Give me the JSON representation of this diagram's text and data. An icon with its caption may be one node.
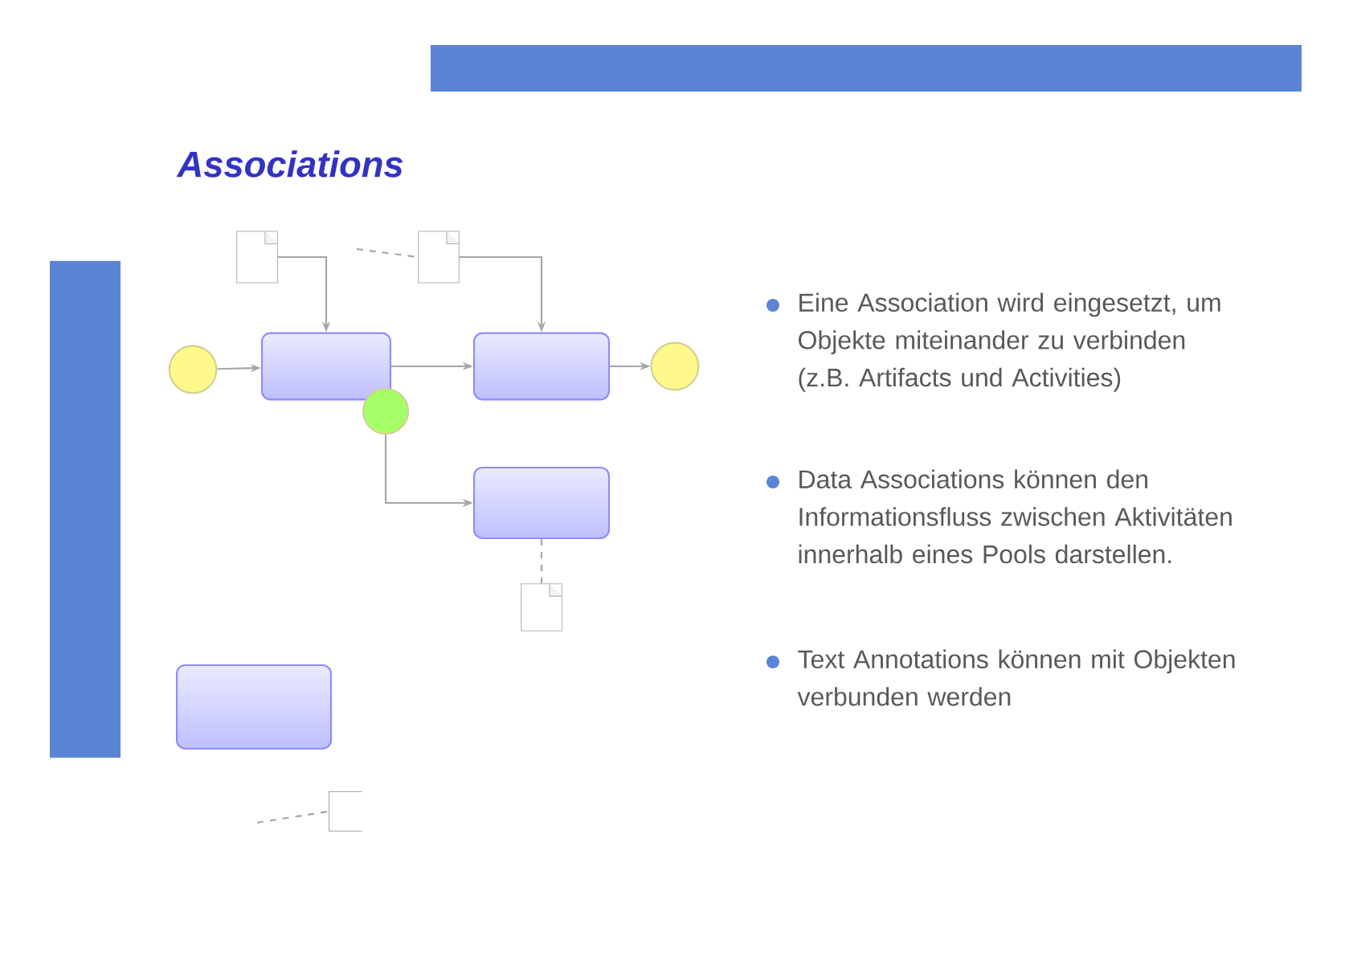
{
  "diagram": {
    "title": "Associations",
    "nodes": [
      {
        "text": [],
        "shape": "circle"
      },
      {
        "text": [],
        "shape": "box"
      },
      {
        "text": [],
        "shape": "box"
      },
      {
        "text": [],
        "shape": "circle"
      },
      {
        "text": [],
        "shape": "circle"
      },
      {
        "text": [],
        "shape": "document"
      },
      {
        "text": [],
        "shape": "document"
      },
      {
        "text": [],
        "shape": "box"
      },
      {
        "text": [],
        "shape": "document"
      },
      {
        "text": [],
        "shape": "box"
      },
      {
        "text": [],
        "shape": "bracket"
      },
      {
        "text": [],
        "shape": "bar"
      }
    ],
    "edges": [
      {
        "from": 0,
        "to": 1,
        "arrow": "to"
      },
      {
        "from": 1,
        "to": 2,
        "arrow": "to"
      },
      {
        "from": 2,
        "to": 3,
        "arrow": "to"
      },
      {
        "from": 5,
        "to": 1,
        "arrow": "to"
      },
      {
        "from": null,
        "to": 6,
        "arrow": "none",
        "style": "dashed"
      },
      {
        "from": 6,
        "to": 2,
        "arrow": "to"
      },
      {
        "from": 4,
        "to": 7,
        "arrow": "to"
      },
      {
        "from": 7,
        "to": 8,
        "arrow": "none",
        "style": "dashed"
      },
      {
        "from": null,
        "to": 10,
        "arrow": "none",
        "style": "dashed"
      }
    ],
    "labels": [
      "Eine Association wird eingesetzt, um Objekte miteinander zu verbinden (z.B. Artifacts und Activities)",
      "Data Associations können den Informationsfluss zwischen Aktivitäten innerhalb eines Pools darstellen.",
      "Text Annotations können mit Objekten verbunden werden"
    ]
  }
}
